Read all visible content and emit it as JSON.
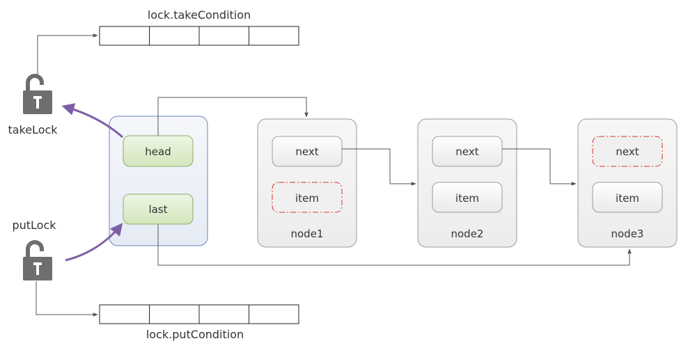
{
  "queues": {
    "take_label": "lock.takeCondition",
    "put_label": "lock.putCondition"
  },
  "locks": {
    "take_label": "takeLock",
    "put_label": "putLock"
  },
  "pointers": {
    "head_label": "head",
    "last_label": "last"
  },
  "nodes": [
    {
      "name": "node1",
      "next_label": "next",
      "item_label": "item",
      "item_highlighted": true,
      "next_highlighted": false
    },
    {
      "name": "node2",
      "next_label": "next",
      "item_label": "item",
      "item_highlighted": false,
      "next_highlighted": false
    },
    {
      "name": "node3",
      "next_label": "next",
      "item_label": "item",
      "item_highlighted": false,
      "next_highlighted": true
    }
  ],
  "colors": {
    "pointer_fill": "#dcebc8",
    "pointer_stroke": "#8aab6a",
    "container_fill": "#eef2f9",
    "container_stroke": "#6b86b3",
    "node_fill": "#f2f2f2",
    "node_stroke": "#9a9a9a",
    "highlight_dash": "#d9322b",
    "lock_arrow": "#7d5fa8",
    "lock_body": "#6e6e6e",
    "connector": "#555555"
  },
  "icons": {
    "take_lock": "padlock-open-icon",
    "put_lock": "padlock-open-icon"
  }
}
